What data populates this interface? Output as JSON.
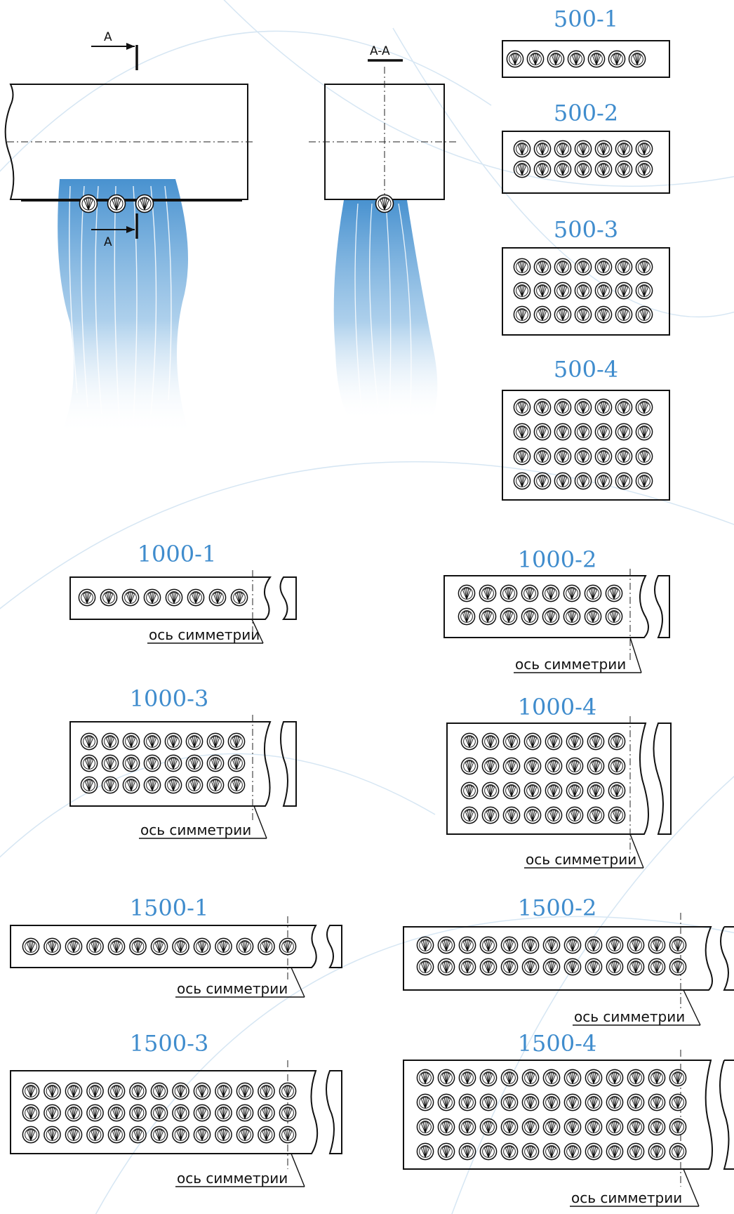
{
  "section_mark": "A",
  "section_view": "A-A",
  "axis_label": "ось симметрии",
  "icons": {
    "nozzle": "nozzle-icon"
  },
  "colors": {
    "title": "#3f8ccd",
    "line": "#111111",
    "spray": "#3f8ccd"
  },
  "variants": [
    {
      "id": "v500-1",
      "label": "500-1",
      "rows": 1,
      "cols": 7,
      "half": false
    },
    {
      "id": "v500-2",
      "label": "500-2",
      "rows": 2,
      "cols": 7,
      "half": false
    },
    {
      "id": "v500-3",
      "label": "500-3",
      "rows": 3,
      "cols": 7,
      "half": false
    },
    {
      "id": "v500-4",
      "label": "500-4",
      "rows": 4,
      "cols": 7,
      "half": false
    },
    {
      "id": "v1000-1",
      "label": "1000-1",
      "rows": 1,
      "cols": 8,
      "half": true
    },
    {
      "id": "v1000-2",
      "label": "1000-2",
      "rows": 2,
      "cols": 8,
      "half": true
    },
    {
      "id": "v1000-3",
      "label": "1000-3",
      "rows": 3,
      "cols": 8,
      "half": true
    },
    {
      "id": "v1000-4",
      "label": "1000-4",
      "rows": 4,
      "cols": 8,
      "half": true
    },
    {
      "id": "v1500-1",
      "label": "1500-1",
      "rows": 1,
      "cols": 13,
      "half": true
    },
    {
      "id": "v1500-2",
      "label": "1500-2",
      "rows": 2,
      "cols": 13,
      "half": true
    },
    {
      "id": "v1500-3",
      "label": "1500-3",
      "rows": 3,
      "cols": 13,
      "half": true
    },
    {
      "id": "v1500-4",
      "label": "1500-4",
      "rows": 4,
      "cols": 13,
      "half": true
    }
  ]
}
